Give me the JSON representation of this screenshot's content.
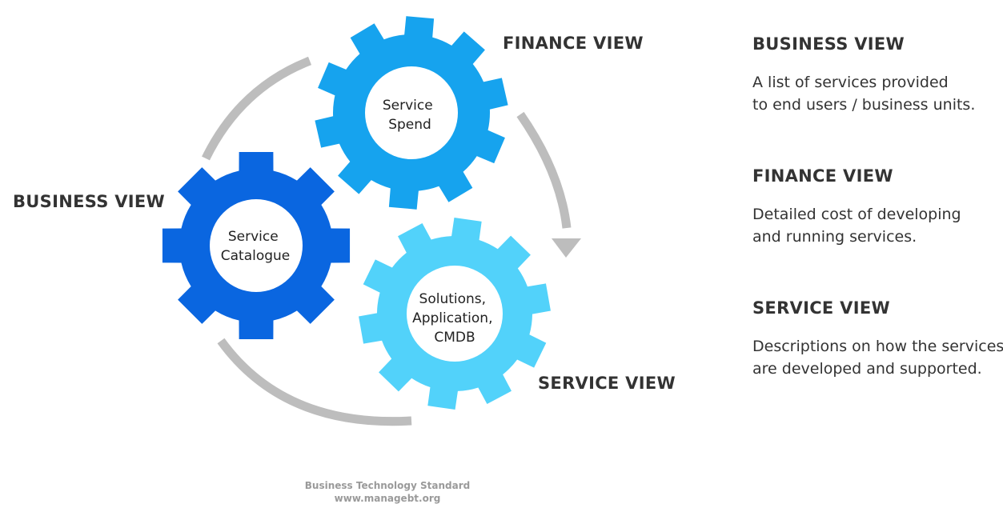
{
  "diagram": {
    "labels": {
      "finance": "FINANCE VIEW",
      "business": "BUSINESS VIEW",
      "service": "SERVICE VIEW"
    },
    "gears": {
      "finance": {
        "lines": [
          "Service",
          "Spend"
        ],
        "color": "#16a3ee"
      },
      "business": {
        "lines": [
          "Service",
          "Catalogue"
        ],
        "color": "#0a66e0"
      },
      "service": {
        "lines": [
          "Solutions,",
          "Application,",
          "CMDB"
        ],
        "color": "#52d2fa"
      }
    },
    "arrow_color": "#bdbdbd"
  },
  "sidebar": {
    "sections": [
      {
        "title": "BUSINESS VIEW",
        "lines": [
          "A list of services provided",
          "to end users / business units."
        ]
      },
      {
        "title": "FINANCE VIEW",
        "lines": [
          "Detailed cost of developing",
          "and running services."
        ]
      },
      {
        "title": "SERVICE VIEW",
        "lines": [
          "Descriptions on how the services",
          "are developed and supported."
        ]
      }
    ]
  },
  "footer": {
    "line1": "Business Technology Standard",
    "line2": "www.managebt.org"
  }
}
